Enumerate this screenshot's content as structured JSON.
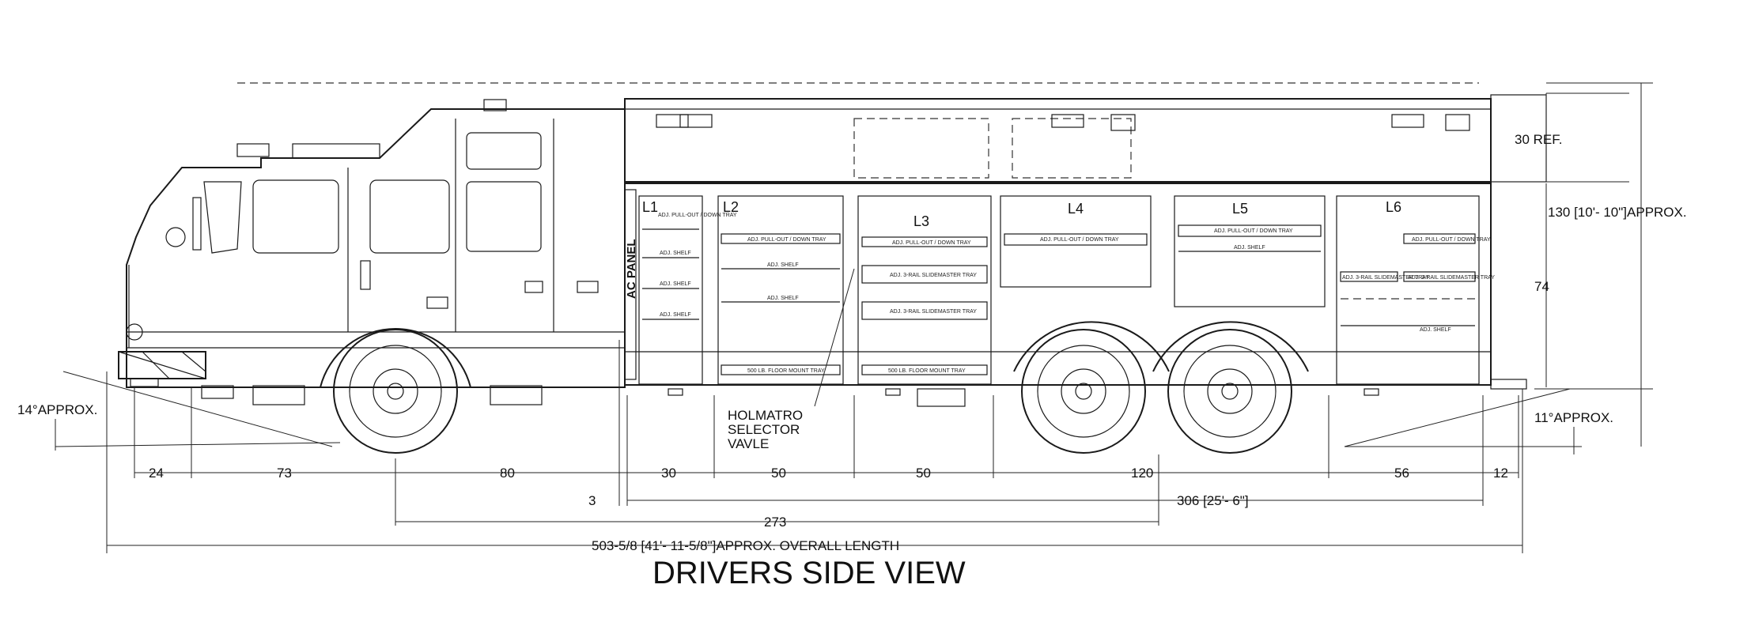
{
  "title": "DRIVERS SIDE VIEW",
  "panel_label": "AC PANEL",
  "callout": {
    "line1": "HOLMATRO",
    "line2": "SELECTOR",
    "line3": "VAVLE"
  },
  "compartments": {
    "l1": "L1",
    "l2": "L2",
    "l3": "L3",
    "l4": "L4",
    "l5": "L5",
    "l6": "L6"
  },
  "trays": {
    "l1_top": "ADJ. PULL-OUT / DOWN TRAY",
    "l1_shelf1": "ADJ. SHELF",
    "l1_shelf2": "ADJ. SHELF",
    "l1_shelf3": "ADJ. SHELF",
    "l2_tray": "ADJ. PULL-OUT / DOWN TRAY",
    "l2_shelf1": "ADJ. SHELF",
    "l2_shelf2": "ADJ. SHELF",
    "l2_floor": "500 LB. FLOOR MOUNT TRAY",
    "l3_tray": "ADJ. PULL-OUT / DOWN TRAY",
    "l3_slide1": "ADJ. 3-RAIL SLIDEMASTER TRAY",
    "l3_slide2": "ADJ. 3-RAIL SLIDEMASTER TRAY",
    "l3_floor": "500 LB. FLOOR MOUNT TRAY",
    "l4_tray": "ADJ. PULL-OUT / DOWN TRAY",
    "l5_tray": "ADJ. PULL-OUT / DOWN TRAY",
    "l5_shelf": "ADJ. SHELF",
    "l6_tray": "ADJ. PULL-OUT / DOWN TRAY",
    "l6_slide_a": "ADJ. 3-RAIL SLIDEMASTER TRAY",
    "l6_slide_b": "ADJ. 3-RAIL SLIDEMASTER TRAY",
    "l6_shelf": "ADJ. SHELF"
  },
  "dimensions": {
    "d24": "24",
    "d73": "73",
    "d80": "80",
    "d30": "30",
    "d50a": "50",
    "d50b": "50",
    "d120": "120",
    "d56": "56",
    "d12": "12",
    "d3": "3",
    "d306": "306 [25'- 6\"]",
    "d273": "273",
    "overall": "503-5/8 [41'- 11-5/8\"]APPROX. OVERALL LENGTH",
    "approach": "14°APPROX.",
    "departure": "11°APPROX.",
    "d30ref": "30 REF.",
    "d130": "130 [10'- 10\"]APPROX.",
    "d74": "74"
  },
  "colors": {
    "line": "#1a1a1a",
    "background": "#ffffff"
  }
}
